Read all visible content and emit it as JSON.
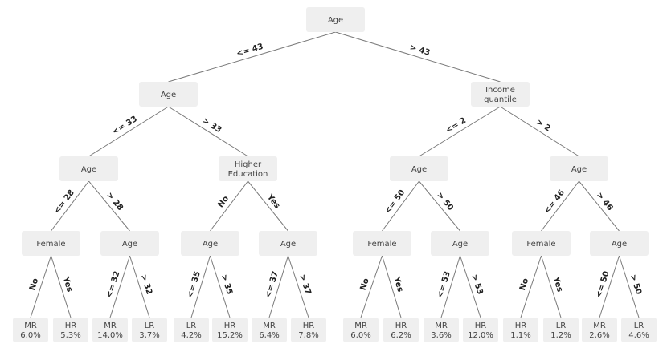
{
  "nodes": [
    {
      "id": "root",
      "lines": [
        "Age"
      ]
    },
    {
      "id": "n_l",
      "lines": [
        "Age"
      ]
    },
    {
      "id": "n_r",
      "lines": [
        "Income",
        "quantile"
      ]
    },
    {
      "id": "n_ll",
      "lines": [
        "Age"
      ]
    },
    {
      "id": "n_lr",
      "lines": [
        "Higher",
        "Education"
      ]
    },
    {
      "id": "n_rl",
      "lines": [
        "Age"
      ]
    },
    {
      "id": "n_rr",
      "lines": [
        "Age"
      ]
    },
    {
      "id": "n_lll",
      "lines": [
        "Female"
      ]
    },
    {
      "id": "n_llr",
      "lines": [
        "Age"
      ]
    },
    {
      "id": "n_lrl",
      "lines": [
        "Age"
      ]
    },
    {
      "id": "n_lrr",
      "lines": [
        "Age"
      ]
    },
    {
      "id": "n_rll",
      "lines": [
        "Female"
      ]
    },
    {
      "id": "n_rlr",
      "lines": [
        "Age"
      ]
    },
    {
      "id": "n_rrl",
      "lines": [
        "Female"
      ]
    },
    {
      "id": "n_rrr",
      "lines": [
        "Age"
      ]
    },
    {
      "id": "leaf1",
      "lines": [
        "MR",
        "6,0%"
      ]
    },
    {
      "id": "leaf2",
      "lines": [
        "HR",
        "5,3%"
      ]
    },
    {
      "id": "leaf3",
      "lines": [
        "MR",
        "14,0%"
      ]
    },
    {
      "id": "leaf4",
      "lines": [
        "LR",
        "3,7%"
      ]
    },
    {
      "id": "leaf5",
      "lines": [
        "LR",
        "4,2%"
      ]
    },
    {
      "id": "leaf6",
      "lines": [
        "HR",
        "15,2%"
      ]
    },
    {
      "id": "leaf7",
      "lines": [
        "MR",
        "6,4%"
      ]
    },
    {
      "id": "leaf8",
      "lines": [
        "HR",
        "7,8%"
      ]
    },
    {
      "id": "leaf9",
      "lines": [
        "MR",
        "6,0%"
      ]
    },
    {
      "id": "leaf10",
      "lines": [
        "HR",
        "6,2%"
      ]
    },
    {
      "id": "leaf11",
      "lines": [
        "MR",
        "3,6%"
      ]
    },
    {
      "id": "leaf12",
      "lines": [
        "HR",
        "12,0%"
      ]
    },
    {
      "id": "leaf13",
      "lines": [
        "HR",
        "1,1%"
      ]
    },
    {
      "id": "leaf14",
      "lines": [
        "LR",
        "1,2%"
      ]
    },
    {
      "id": "leaf15",
      "lines": [
        "MR",
        "2,6%"
      ]
    },
    {
      "id": "leaf16",
      "lines": [
        "LR",
        "4,6%"
      ]
    }
  ],
  "edges": [
    {
      "from": "root",
      "to": "n_l",
      "label": "<= 43"
    },
    {
      "from": "root",
      "to": "n_r",
      "label": "> 43"
    },
    {
      "from": "n_l",
      "to": "n_ll",
      "label": "<= 33"
    },
    {
      "from": "n_l",
      "to": "n_lr",
      "label": "> 33"
    },
    {
      "from": "n_r",
      "to": "n_rl",
      "label": "<= 2"
    },
    {
      "from": "n_r",
      "to": "n_rr",
      "label": "> 2"
    },
    {
      "from": "n_ll",
      "to": "n_lll",
      "label": "<= 28"
    },
    {
      "from": "n_ll",
      "to": "n_llr",
      "label": "> 28"
    },
    {
      "from": "n_lr",
      "to": "n_lrl",
      "label": "No"
    },
    {
      "from": "n_lr",
      "to": "n_lrr",
      "label": "Yes"
    },
    {
      "from": "n_rl",
      "to": "n_rll",
      "label": "<= 50"
    },
    {
      "from": "n_rl",
      "to": "n_rlr",
      "label": "> 50"
    },
    {
      "from": "n_rr",
      "to": "n_rrl",
      "label": "<= 46"
    },
    {
      "from": "n_rr",
      "to": "n_rrr",
      "label": "> 46"
    },
    {
      "from": "n_lll",
      "to": "leaf1",
      "label": "No"
    },
    {
      "from": "n_lll",
      "to": "leaf2",
      "label": "Yes"
    },
    {
      "from": "n_llr",
      "to": "leaf3",
      "label": "<= 32"
    },
    {
      "from": "n_llr",
      "to": "leaf4",
      "label": "> 32"
    },
    {
      "from": "n_lrl",
      "to": "leaf5",
      "label": "<= 35"
    },
    {
      "from": "n_lrl",
      "to": "leaf6",
      "label": "> 35"
    },
    {
      "from": "n_lrr",
      "to": "leaf7",
      "label": "<= 37"
    },
    {
      "from": "n_lrr",
      "to": "leaf8",
      "label": "> 37"
    },
    {
      "from": "n_rll",
      "to": "leaf9",
      "label": "No"
    },
    {
      "from": "n_rll",
      "to": "leaf10",
      "label": "Yes"
    },
    {
      "from": "n_rlr",
      "to": "leaf11",
      "label": "<= 53"
    },
    {
      "from": "n_rlr",
      "to": "leaf12",
      "label": "> 53"
    },
    {
      "from": "n_rrl",
      "to": "leaf13",
      "label": "No"
    },
    {
      "from": "n_rrl",
      "to": "leaf14",
      "label": "Yes"
    },
    {
      "from": "n_rrr",
      "to": "leaf15",
      "label": "<= 50"
    },
    {
      "from": "n_rrr",
      "to": "leaf16",
      "label": "> 50"
    }
  ]
}
